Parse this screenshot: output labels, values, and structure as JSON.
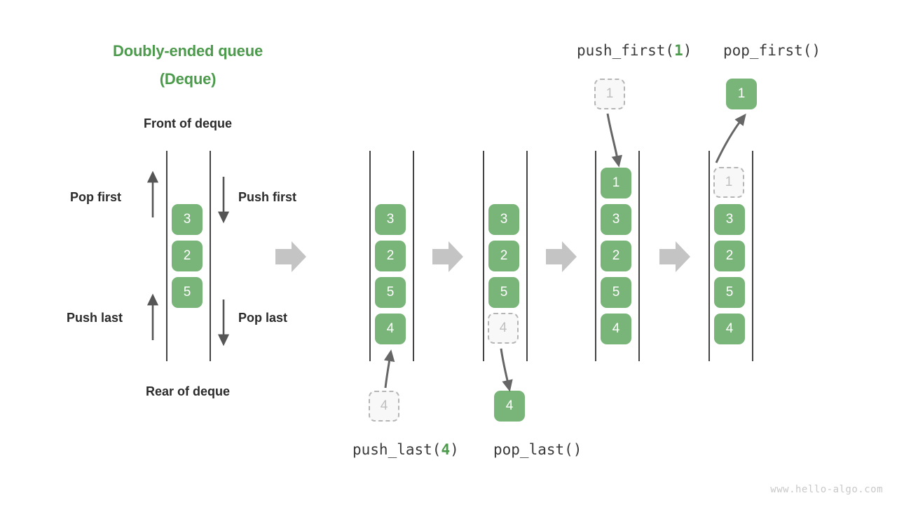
{
  "title": {
    "line1": "Doubly-ended queue",
    "line2": "(Deque)",
    "color": "#4C9A4C"
  },
  "labels": {
    "front": "Front of deque",
    "rear": "Rear of deque",
    "pop_first": "Pop first",
    "push_first": "Push first",
    "push_last": "Push last",
    "pop_last": "Pop last"
  },
  "operations": {
    "push_last": {
      "name": "push_last(",
      "arg": "4",
      "close": ")"
    },
    "pop_last": {
      "full": "pop_last()"
    },
    "push_first": {
      "name": "push_first(",
      "arg": "1",
      "close": ")"
    },
    "pop_first": {
      "full": "pop_first()"
    }
  },
  "colors": {
    "box_fill": "#79B479",
    "box_text": "#FFFFFF",
    "ghost_fill": "#F8F8F8",
    "ghost_border": "#B5B5B5",
    "ghost_text": "#BFBFBF",
    "rail": "#444444",
    "arrow_thin": "#555555",
    "arrow_block": "#C4C4C4",
    "accent": "#4C9A4C",
    "text": "#2B2B2B"
  },
  "stacks": [
    {
      "id": "stack-initial",
      "items": [
        {
          "value": "3",
          "state": "solid"
        },
        {
          "value": "2",
          "state": "solid"
        },
        {
          "value": "5",
          "state": "solid"
        }
      ]
    },
    {
      "id": "stack-after-push-last",
      "items": [
        {
          "value": "3",
          "state": "solid"
        },
        {
          "value": "2",
          "state": "solid"
        },
        {
          "value": "5",
          "state": "solid"
        },
        {
          "value": "4",
          "state": "solid"
        }
      ],
      "floating": {
        "value": "4",
        "state": "ghost",
        "position": "below"
      }
    },
    {
      "id": "stack-before-pop-last",
      "items": [
        {
          "value": "3",
          "state": "solid"
        },
        {
          "value": "2",
          "state": "solid"
        },
        {
          "value": "5",
          "state": "solid"
        },
        {
          "value": "4",
          "state": "ghost"
        }
      ],
      "floating": {
        "value": "4",
        "state": "solid",
        "position": "below"
      }
    },
    {
      "id": "stack-after-push-first",
      "items": [
        {
          "value": "1",
          "state": "solid"
        },
        {
          "value": "3",
          "state": "solid"
        },
        {
          "value": "2",
          "state": "solid"
        },
        {
          "value": "5",
          "state": "solid"
        },
        {
          "value": "4",
          "state": "solid"
        }
      ],
      "floating": {
        "value": "1",
        "state": "ghost",
        "position": "above"
      }
    },
    {
      "id": "stack-before-pop-first",
      "items": [
        {
          "value": "1",
          "state": "ghost"
        },
        {
          "value": "3",
          "state": "solid"
        },
        {
          "value": "2",
          "state": "solid"
        },
        {
          "value": "5",
          "state": "solid"
        },
        {
          "value": "4",
          "state": "solid"
        }
      ],
      "floating": {
        "value": "1",
        "state": "solid",
        "position": "above"
      }
    }
  ],
  "watermark": "www.hello-algo.com"
}
